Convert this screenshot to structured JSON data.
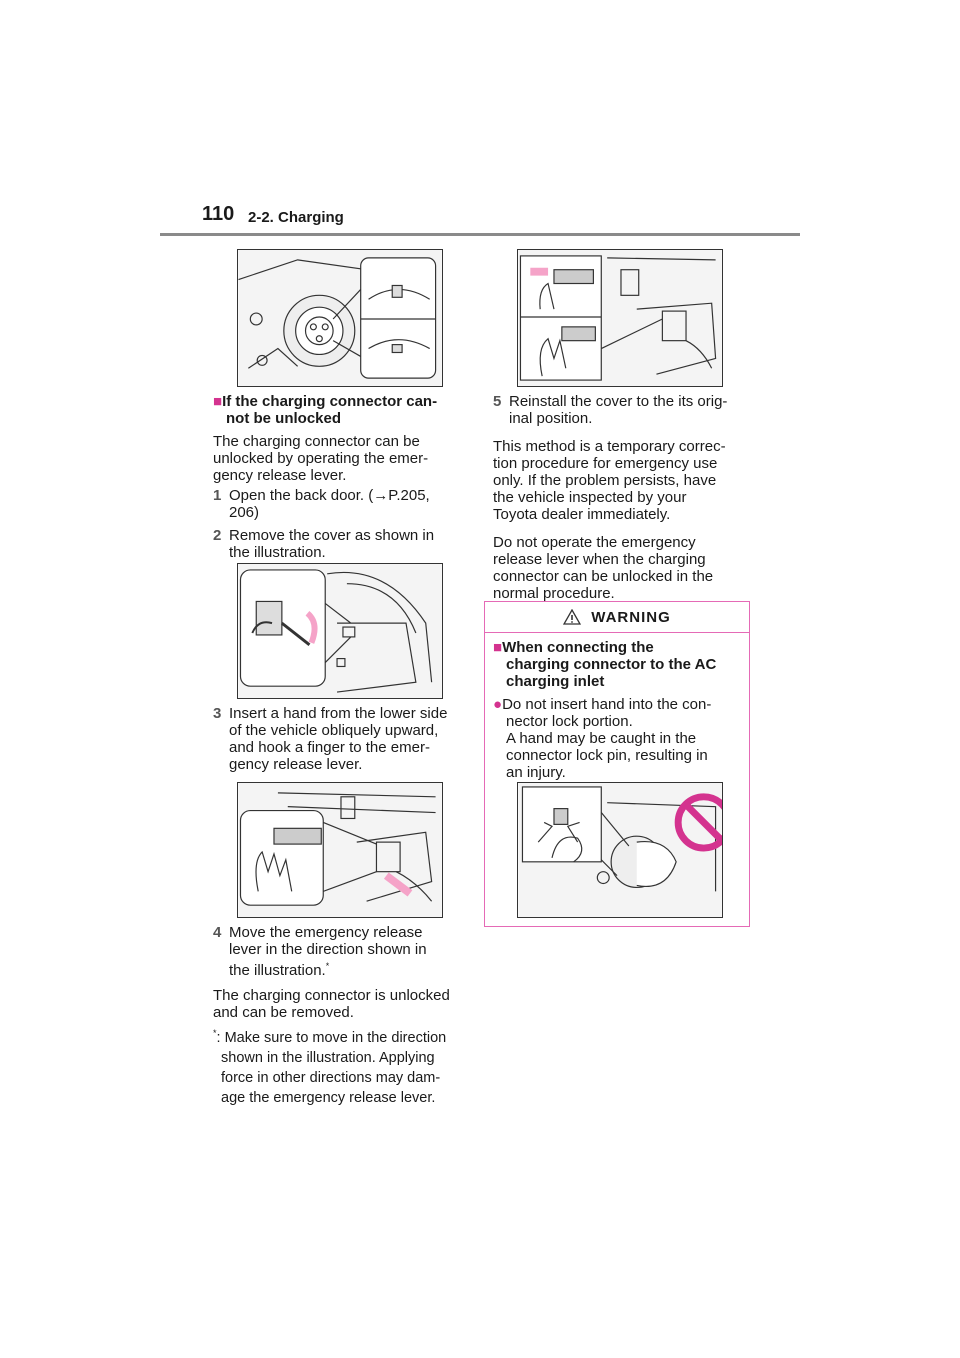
{
  "header": {
    "page_number": "110",
    "section": "2-2. Charging"
  },
  "left": {
    "heading_line1": "If the charging connector can-",
    "heading_line2": "not be unlocked",
    "intro": [
      "The charging connector can be",
      "unlocked by operating the emer-",
      "gency release lever."
    ],
    "step1": {
      "num": "1",
      "line1": "Open the back door. (",
      "ref": "P.205,",
      "line2": "206)"
    },
    "step2": {
      "num": "2",
      "lines": [
        "Remove the cover as shown in",
        "the illustration."
      ]
    },
    "step3": {
      "num": "3",
      "lines": [
        "Insert a hand from the lower side",
        "of the vehicle obliquely upward,",
        "and hook a finger to the emer-",
        "gency release lever."
      ]
    },
    "step4": {
      "num": "4",
      "lines": [
        "Move the emergency release",
        "lever in the direction shown in",
        "the illustration."
      ],
      "mark": "*"
    },
    "result": [
      "The charging connector is unlocked",
      "and can be removed."
    ],
    "note_mark": "*",
    "note": [
      ": Make sure to move in the direction",
      "shown in the illustration. Applying",
      "force in other directions may dam-",
      "age the emergency release lever."
    ]
  },
  "right": {
    "step5": {
      "num": "5",
      "lines": [
        "Reinstall the cover to the its orig-",
        "inal position."
      ]
    },
    "para1": [
      "This method is a temporary correc-",
      "tion procedure for emergency use",
      "only. If the problem persists, have",
      "the vehicle inspected by your",
      "Toyota dealer immediately."
    ],
    "para2": [
      "Do not operate the emergency",
      "release lever when the charging",
      "connector can be unlocked in the",
      "normal procedure."
    ]
  },
  "warning": {
    "title": "WARNING",
    "heading": [
      "When connecting the",
      "charging connector to the AC",
      "charging inlet"
    ],
    "bullet": [
      "Do not insert hand into the con-",
      "nector lock portion.",
      "A hand may be caught in the",
      "connector lock pin, resulting in",
      "an injury."
    ]
  },
  "colors": {
    "accent": "#d4338f",
    "warning_border": "#e56ab6",
    "arrow_pink": "#f5a3c8"
  }
}
